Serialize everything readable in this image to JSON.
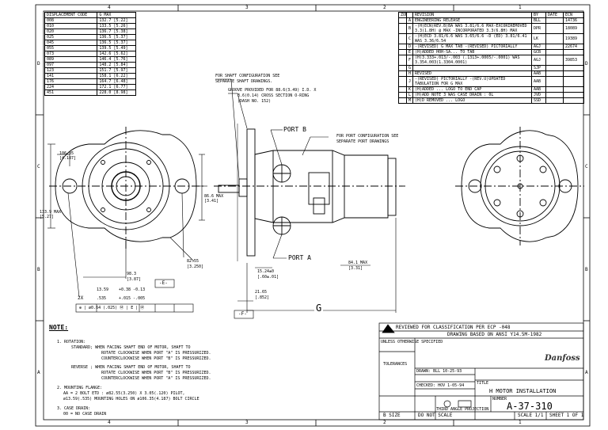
{
  "border": {
    "zones_top": [
      "4",
      "3",
      "2",
      "1"
    ],
    "zones_side": [
      "D",
      "C",
      "B",
      "A"
    ]
  },
  "displacement_table": {
    "headers": [
      "DISPLACEMENT CODE",
      "G MAX"
    ],
    "rows": [
      [
        "008",
        "132.7 [5.22]"
      ],
      [
        "010",
        "133.5 [5.26]"
      ],
      [
        "020",
        "136.7 [5.38]"
      ],
      [
        "025",
        "136.5 [5.37]"
      ],
      [
        "045",
        "136.5 [5.37]"
      ],
      [
        "055",
        "139.5 [5.49]"
      ],
      [
        "073",
        "142.6 [5.62]"
      ],
      [
        "089",
        "146.4 [5.76]"
      ],
      [
        "097",
        "148.2 [5.84]"
      ],
      [
        "123",
        "151.7 [5.97]"
      ],
      [
        "141",
        "158.1 [6.22]"
      ],
      [
        "176",
        "164.7 [6.48]"
      ],
      [
        "224",
        "172.1 [6.77]"
      ],
      [
        "451",
        "228.0 [8.98]"
      ]
    ]
  },
  "revision_table": {
    "headers": [
      "ZON",
      "",
      "REVISION",
      "BY",
      "DATE",
      "ECN"
    ],
    "rows": [
      [
        "",
        "A",
        "ENGINEERING RELEASE",
        "BLL",
        "",
        "14736"
      ],
      [
        "",
        "B",
        "-(H)ECN(REV.B)BA WAS 3.81/6.6  MAX-EXCORIREMOVED 3.3(1.8H) @ MAX -INCORPORATED 3.3(6.8H) MAX",
        "DPR",
        "",
        "18089"
      ],
      [
        "",
        "C",
        "-(H)ECD 3.81/6.6 WAS 3.65/6.6 -D (ED) 3.81/6.41 WAS 3.36/6.54",
        "LK",
        "",
        "19389"
      ],
      [
        "",
        "D",
        "-(REVISED) G MAX TAB -(REVISED) PICTORIALLY",
        "AGJ",
        "",
        "22674"
      ],
      [
        "",
        "E",
        "(H)ADDED H0H-SA... TO TAB",
        "GCB",
        "",
        ""
      ],
      [
        "",
        "F",
        "(H)3.333+.013/-.003 (.1313+.0005/-.0001) WAS 3.354.003(1.3304.0001)",
        "AGJ",
        "",
        "39853"
      ],
      [
        "",
        "G",
        "",
        "SJP",
        "",
        ""
      ],
      [
        "",
        "H",
        "REVISED",
        "AAB",
        "",
        ""
      ],
      [
        "",
        "J",
        "-(REVISED) PICTORIALLY -(REV.U)UPDATED TABULATION FOR G MAX",
        "AAB",
        "",
        ""
      ],
      [
        "",
        "K",
        "(H)ADDED ... LOGO TO END CAP",
        "AAB",
        "",
        ""
      ],
      [
        "",
        "L",
        "(H)ADD NOTE 3 WAS CASE DRAIN : 0L",
        "JVD",
        "",
        ""
      ],
      [
        "",
        "M",
        "(H)D REMOVED ... LOGO",
        "SSD",
        "",
        ""
      ]
    ]
  },
  "callouts": {
    "shaft_config": [
      "FOR SHAFT CONFIGURATION SEE",
      "SEPARATE SHAFT DRAWINGS."
    ],
    "groove": [
      "GROOVE PROVIDED FOR 88.6(3.49) I.D. X",
      "3.6(0.14) CROSS SECTION O-RING",
      "(DASH NO. 152)"
    ],
    "port_b": "PORT B",
    "port_a": "PORT A",
    "port_config": [
      "FOR PORT CONFIGURATION SEE",
      "SEPARATE PORT DRAWINGS"
    ],
    "dim_106": [
      "106.35",
      "[4.187]"
    ],
    "dim_133": [
      "133.9 MAX",
      "[5.27]"
    ],
    "dim_86": [
      "86.6 MAX",
      "[3.41]"
    ],
    "dim_82": [
      "82.55",
      "[3.250]"
    ],
    "dim_98": [
      "98.3",
      "[3.87]"
    ],
    "dim_1350": [
      "13.59",
      "+0.38 -0.13"
    ],
    "dim_535": [
      ".535",
      "+.015 -.005"
    ],
    "two_x": "2X",
    "gdt": "⊕ | ø0.64 (.025) Ⓜ | E | Ⓜ",
    "dim_1524": [
      "15.24±0",
      "[.60±.01]"
    ],
    "dim_84": [
      "84.1 MAX",
      "[3.31]"
    ],
    "dim_2165": [
      "21.65",
      "[.852]"
    ],
    "datum_e": "-E-",
    "datum_f": "-F-",
    "g_label": "G"
  },
  "notes": {
    "heading": "NOTE:",
    "items": [
      "1. ROTATION:",
      "STANDARD; WHEN FACING SHAFT END OF MOTOR, SHAFT TO",
      "ROTATE CLOCKWISE WHEN PORT \"A\" IS PRESSURIZED.",
      "COUNTERCLOCKWISE WHEN PORT \"B\" IS PRESSURIZED.",
      "REVERSE ; WHEN FACING SHAFT END OF MOTOR, SHAFT TO",
      "ROTATE CLOCKWISE WHEN PORT \"B\" IS PRESSURIZED.",
      "COUNTERCLOCKWISE WHEN PORT \"A\" IS PRESSURIZED.",
      "2. MOUNTING FLANGE:",
      "AA = 2 BOLT ETD : ø82.55(3.250) X 3.05(.120) PILOT,",
      "ø13.59(.535) MOUNTING HOLES ON ø106.35(4.187) BOLT CIRCLE",
      "3. CASE DRAIN:",
      "00 = NO CASE DRAIN"
    ]
  },
  "title_block": {
    "review": "REVIEWED FOR CLASSIFICATION PER ECP -048",
    "standard": "DRAWING BASED ON ANSI Y14.5M-1982",
    "brand": "Danfoss",
    "unless": "UNLESS OTHERWISE SPECIFIED",
    "tolerances": "TOLERANCES",
    "drawn": "DRAWN: BLL 10-25-93",
    "checked": "CHECKED: HOV 1-05-94",
    "title_label": "TITLE",
    "title": "H MOTOR INSTALLATION",
    "number_label": "NUMBER",
    "number": "A-37-310",
    "third_angle": "THIRD ANGLE PROJECTION",
    "size": "B SIZE",
    "do_not_scale": "DO NOT SCALE",
    "scale": "SCALE 1/1",
    "sheet": "SHEET 1 OF 1"
  }
}
